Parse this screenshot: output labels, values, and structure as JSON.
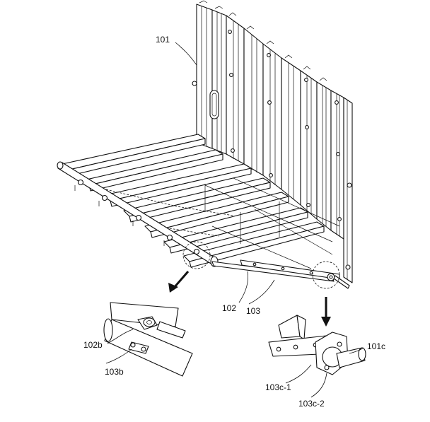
{
  "labels": {
    "frame": "101",
    "lower_rail": "102",
    "link_bar": "103",
    "hinge_pin": "102b",
    "pin_clip": "103b",
    "pivot_shaft": "101c",
    "clip_arm": "103c-1",
    "clip_arm_lower": "103c-2"
  }
}
